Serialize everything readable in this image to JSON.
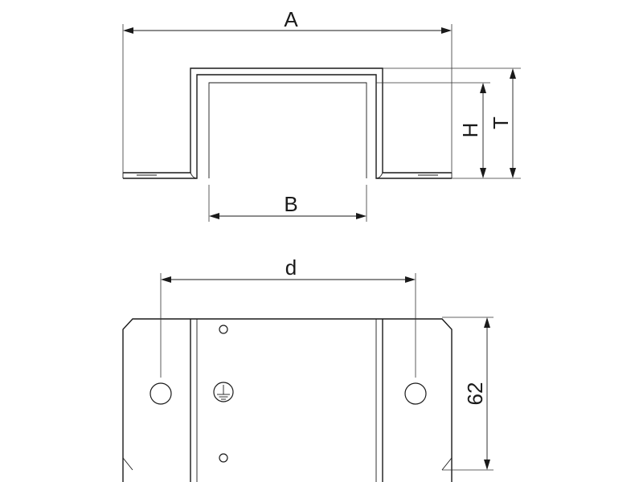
{
  "labels": {
    "A": "A",
    "B": "B",
    "H": "H",
    "T": "T",
    "d": "d",
    "height": "62"
  },
  "icons": {
    "ground": "earth-ground-icon"
  },
  "colors": {
    "line": "#1a1a1a",
    "background": "#ffffff"
  }
}
